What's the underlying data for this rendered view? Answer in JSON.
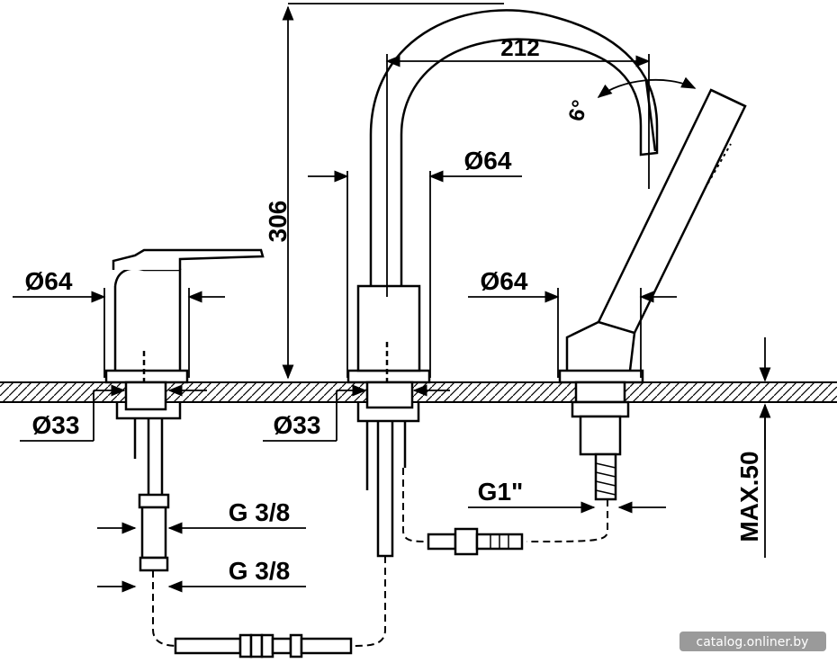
{
  "dimensions": {
    "height_total": "306",
    "spout_reach": "212",
    "spout_angle": "6°",
    "spout_base_dia": "Ø64",
    "mixer_body_dia": "Ø64",
    "shower_holder_dia": "Ø64",
    "mixer_hole_dia": "Ø33",
    "spout_hole_dia": "Ø33",
    "connection_upper": "G 3/8",
    "connection_lower": "G 3/8",
    "shower_connection": "G1\"",
    "deck_thickness": "MAX.50"
  },
  "watermark": "catalog.onliner.by",
  "colors": {
    "line": "#000000",
    "background": "#ffffff"
  }
}
